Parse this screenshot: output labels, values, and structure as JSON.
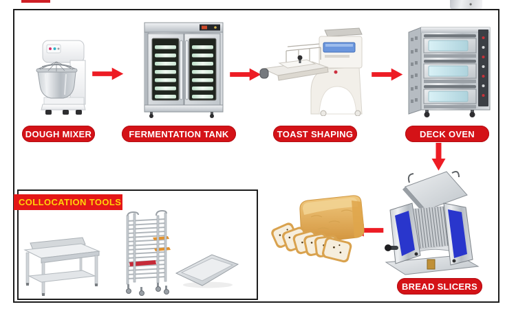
{
  "page": {
    "background": "#ffffff",
    "frame_border_color": "#1c1c1c",
    "top_left_fragment_color": "#cf2026",
    "top_right_fragment": "chef-photo-bottom-edge"
  },
  "flow": {
    "arrow_color": "#ed1c24",
    "badge_bg": "#d41217",
    "badge_text_color": "#ffffff",
    "steps": [
      {
        "label": "DOUGH MIXER",
        "illustration": "spiral-dough-mixer"
      },
      {
        "label": "FERMENTATION TANK",
        "illustration": "double-door-proofing-cabinet"
      },
      {
        "label": "TOAST SHAPING",
        "illustration": "toast-moulder-machine"
      },
      {
        "label": "DECK OVEN",
        "illustration": "three-deck-baking-oven"
      },
      {
        "label": "BREAD SLICERS",
        "illustration": "bread-slicer-machine"
      }
    ],
    "product_illustration": "sliced-toast-loaf"
  },
  "collocation_tools": {
    "title": "COLLOCATION TOOLS",
    "title_bg": "#e41717",
    "title_color": "#ffd40a",
    "items": [
      {
        "illustration": "stainless-work-table"
      },
      {
        "illustration": "tray-trolley-rack"
      },
      {
        "illustration": "baking-tray"
      }
    ]
  }
}
